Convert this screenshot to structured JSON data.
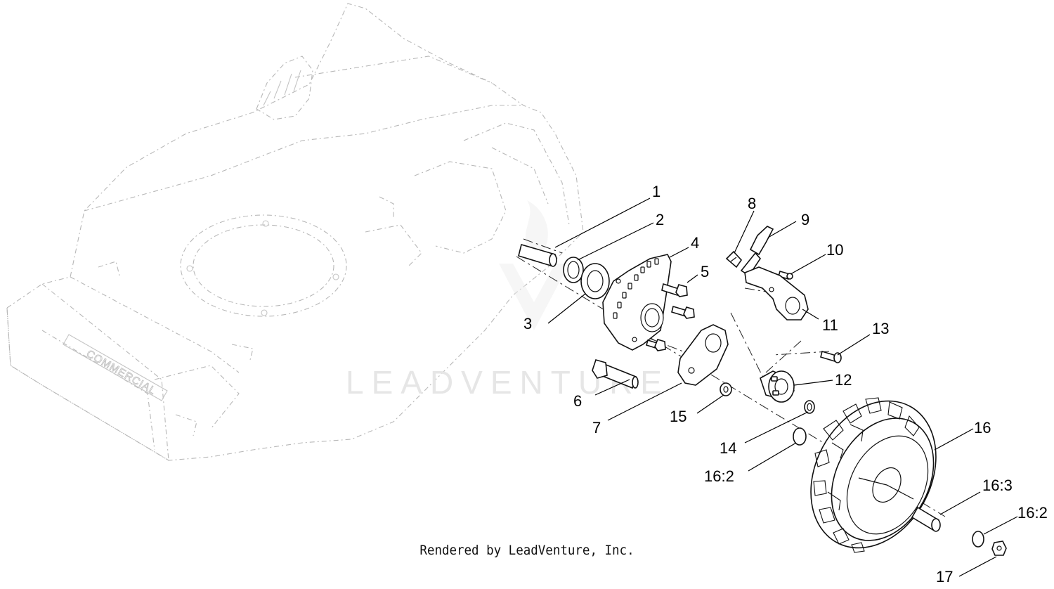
{
  "diagram": {
    "deck_brand": "COMMERCIAL",
    "watermark": "LEADVENTURE",
    "credit": "Rendered by LeadVenture, Inc.",
    "callouts": {
      "c1": "1",
      "c2": "2",
      "c3": "3",
      "c4": "4",
      "c5": "5",
      "c6": "6",
      "c7": "7",
      "c8": "8",
      "c9": "9",
      "c10": "10",
      "c11": "11",
      "c12": "12",
      "c13": "13",
      "c14": "14",
      "c15": "15",
      "c16": "16",
      "c16_2a": "16:2",
      "c16_3": "16:3",
      "c16_2b": "16:2",
      "c17": "17"
    }
  }
}
